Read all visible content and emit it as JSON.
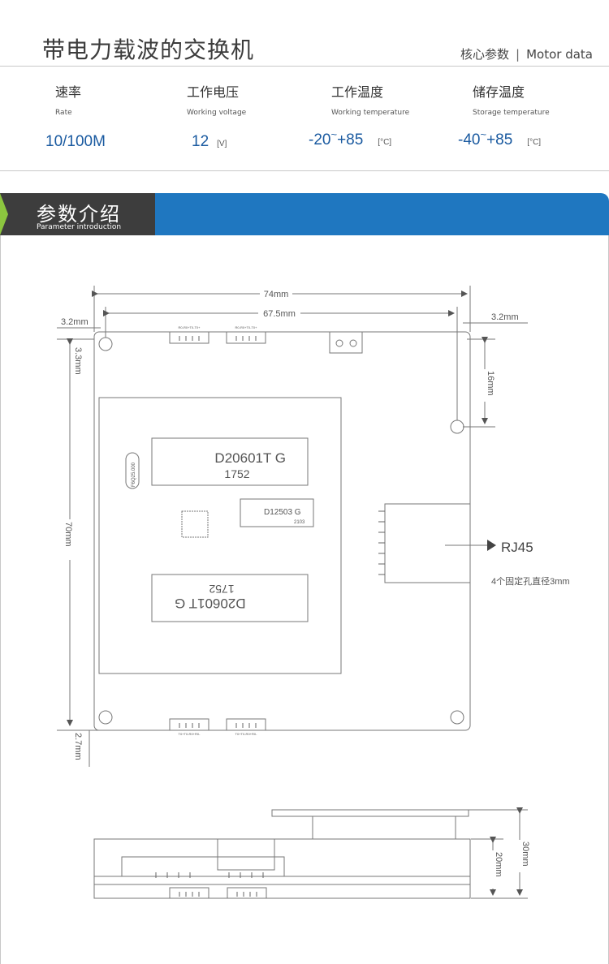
{
  "header": {
    "title": "带电力载波的交换机",
    "subtitle_cn": "核心参数",
    "subtitle_sep": "|",
    "subtitle_en": "Motor data"
  },
  "specs": [
    {
      "cn": "速率",
      "en": "Rate",
      "value": "10/100M",
      "unit": ""
    },
    {
      "cn": "工作电压",
      "en": "Working voltage",
      "value": "12",
      "unit": "[V]"
    },
    {
      "cn": "工作温度",
      "en": "Working temperature",
      "value_a": "-20",
      "tilde": "~",
      "value_b": "+85",
      "unit": "[°C]"
    },
    {
      "cn": "储存温度",
      "en": "Storage temperature",
      "value_a": "-40",
      "tilde": "~",
      "value_b": "+85",
      "unit": "[°C]"
    }
  ],
  "section": {
    "title_cn": "参数介绍",
    "title_en": "Parameter introduction"
  },
  "diagram": {
    "dim_total_width": "74mm",
    "dim_hole_span": "67.5mm",
    "dim_left_offset": "3.2mm",
    "dim_right_offset": "3.2mm",
    "dim_top_offset": "3.3mm",
    "dim_height": "70mm",
    "dim_hole_vertical": "16mm",
    "dim_bottom_offset": "2.7mm",
    "chip_main_top_label": "D20601T G",
    "chip_main_top_code": "1752",
    "chip_small_label": "D12503 G",
    "chip_small_code": "2103",
    "chip_main_bottom_label": "D20601T G",
    "chip_main_bottom_code": "1752",
    "crystal_label": "F6Q25.000",
    "rj45_label": "RJ45",
    "holes_note": "4个固定孔直径3mm",
    "connector_top_left": "R0-R0+T0-T0+",
    "connector_top_right": "R0-R0+T0-T0+",
    "connector_bottom_left": "T0+T0-R0+R0-",
    "connector_bottom_right": "T0+T0-R0+R0-",
    "side_dim_inner": "20mm",
    "side_dim_outer": "30mm"
  },
  "colors": {
    "accent_blue": "#1f77c0",
    "value_blue": "#1a5aa0",
    "banner_dark": "#3d3d3d",
    "banner_green": "#8cc63f"
  }
}
